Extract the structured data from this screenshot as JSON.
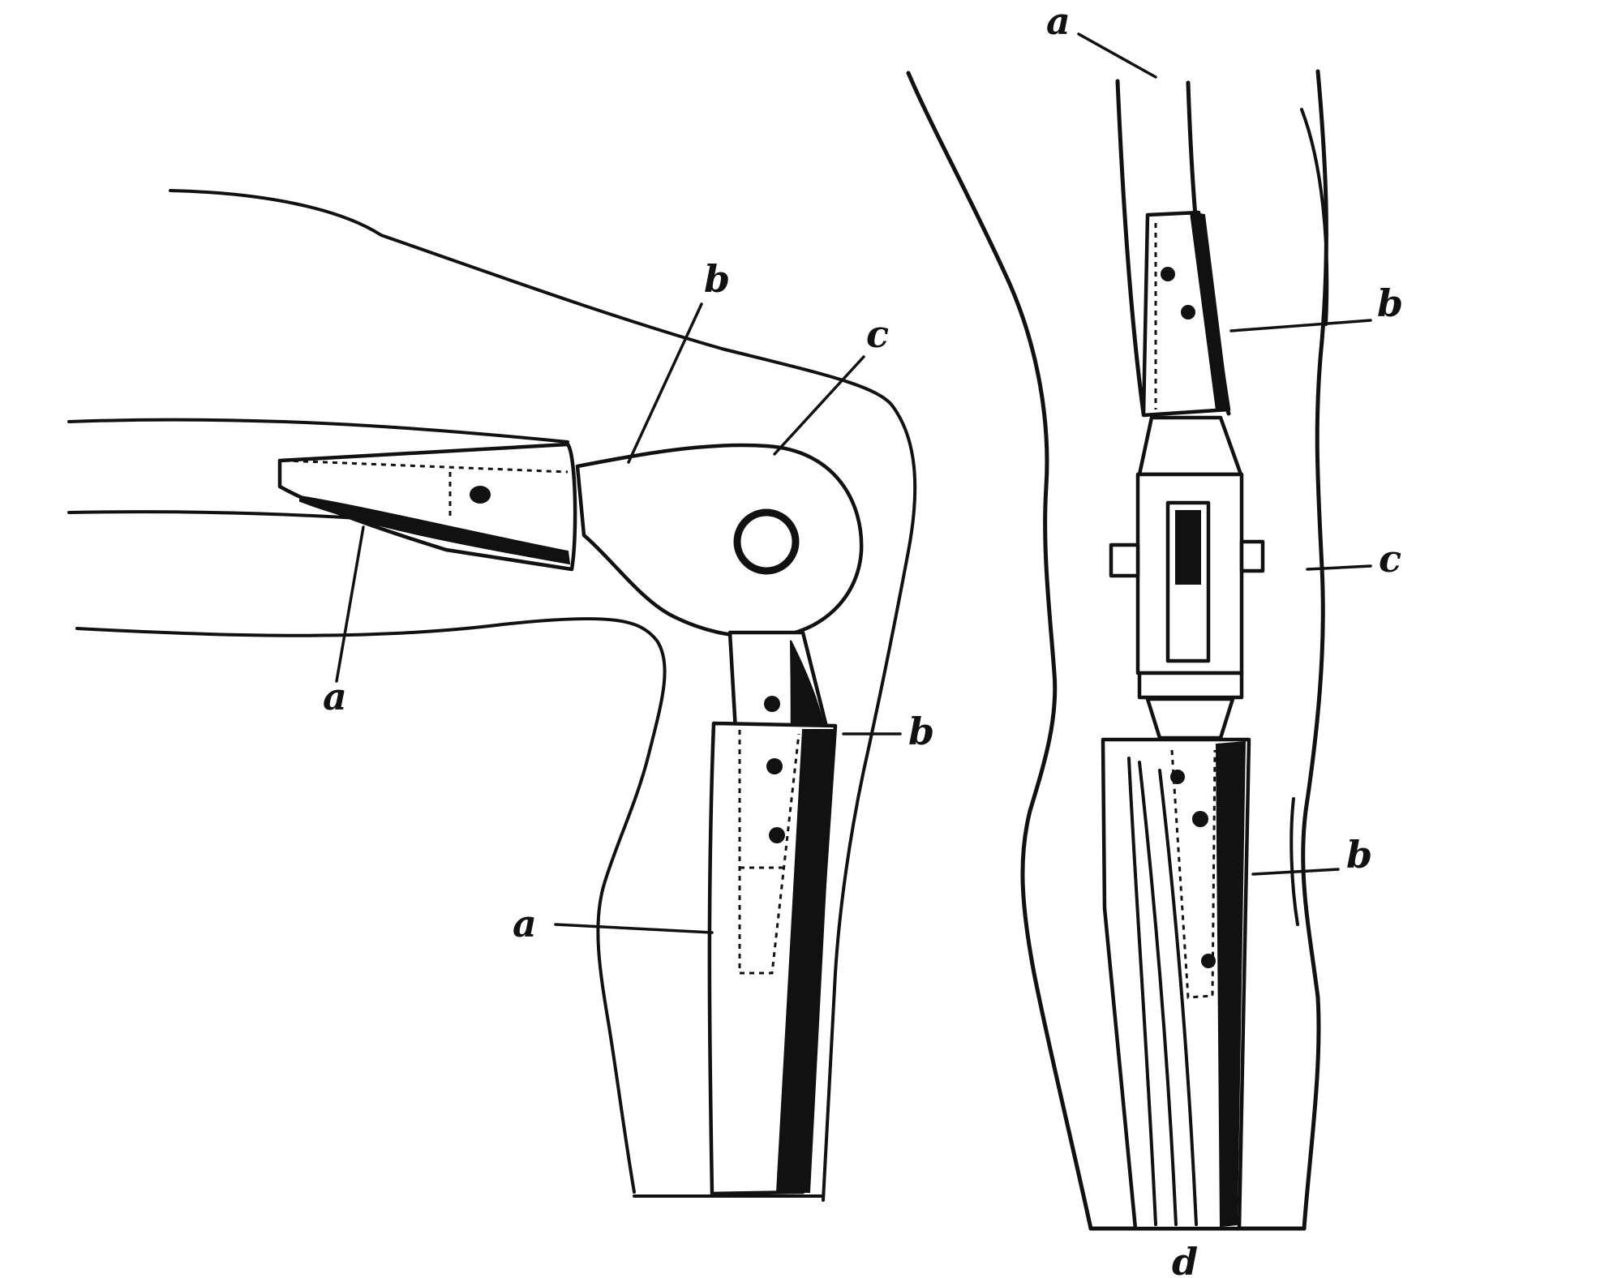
{
  "figure": {
    "left_view": {
      "labels": {
        "a_thigh": "a",
        "b_thigh": "b",
        "c_joint": "c",
        "b_shin": "b",
        "a_shin": "a"
      }
    },
    "right_view": {
      "labels": {
        "a_top": "a",
        "b_upper": "b",
        "c_joint": "c",
        "b_lower": "b",
        "d_bottom": "d"
      }
    },
    "colors": {
      "ink": "#111111",
      "paper": "#ffffff"
    }
  }
}
